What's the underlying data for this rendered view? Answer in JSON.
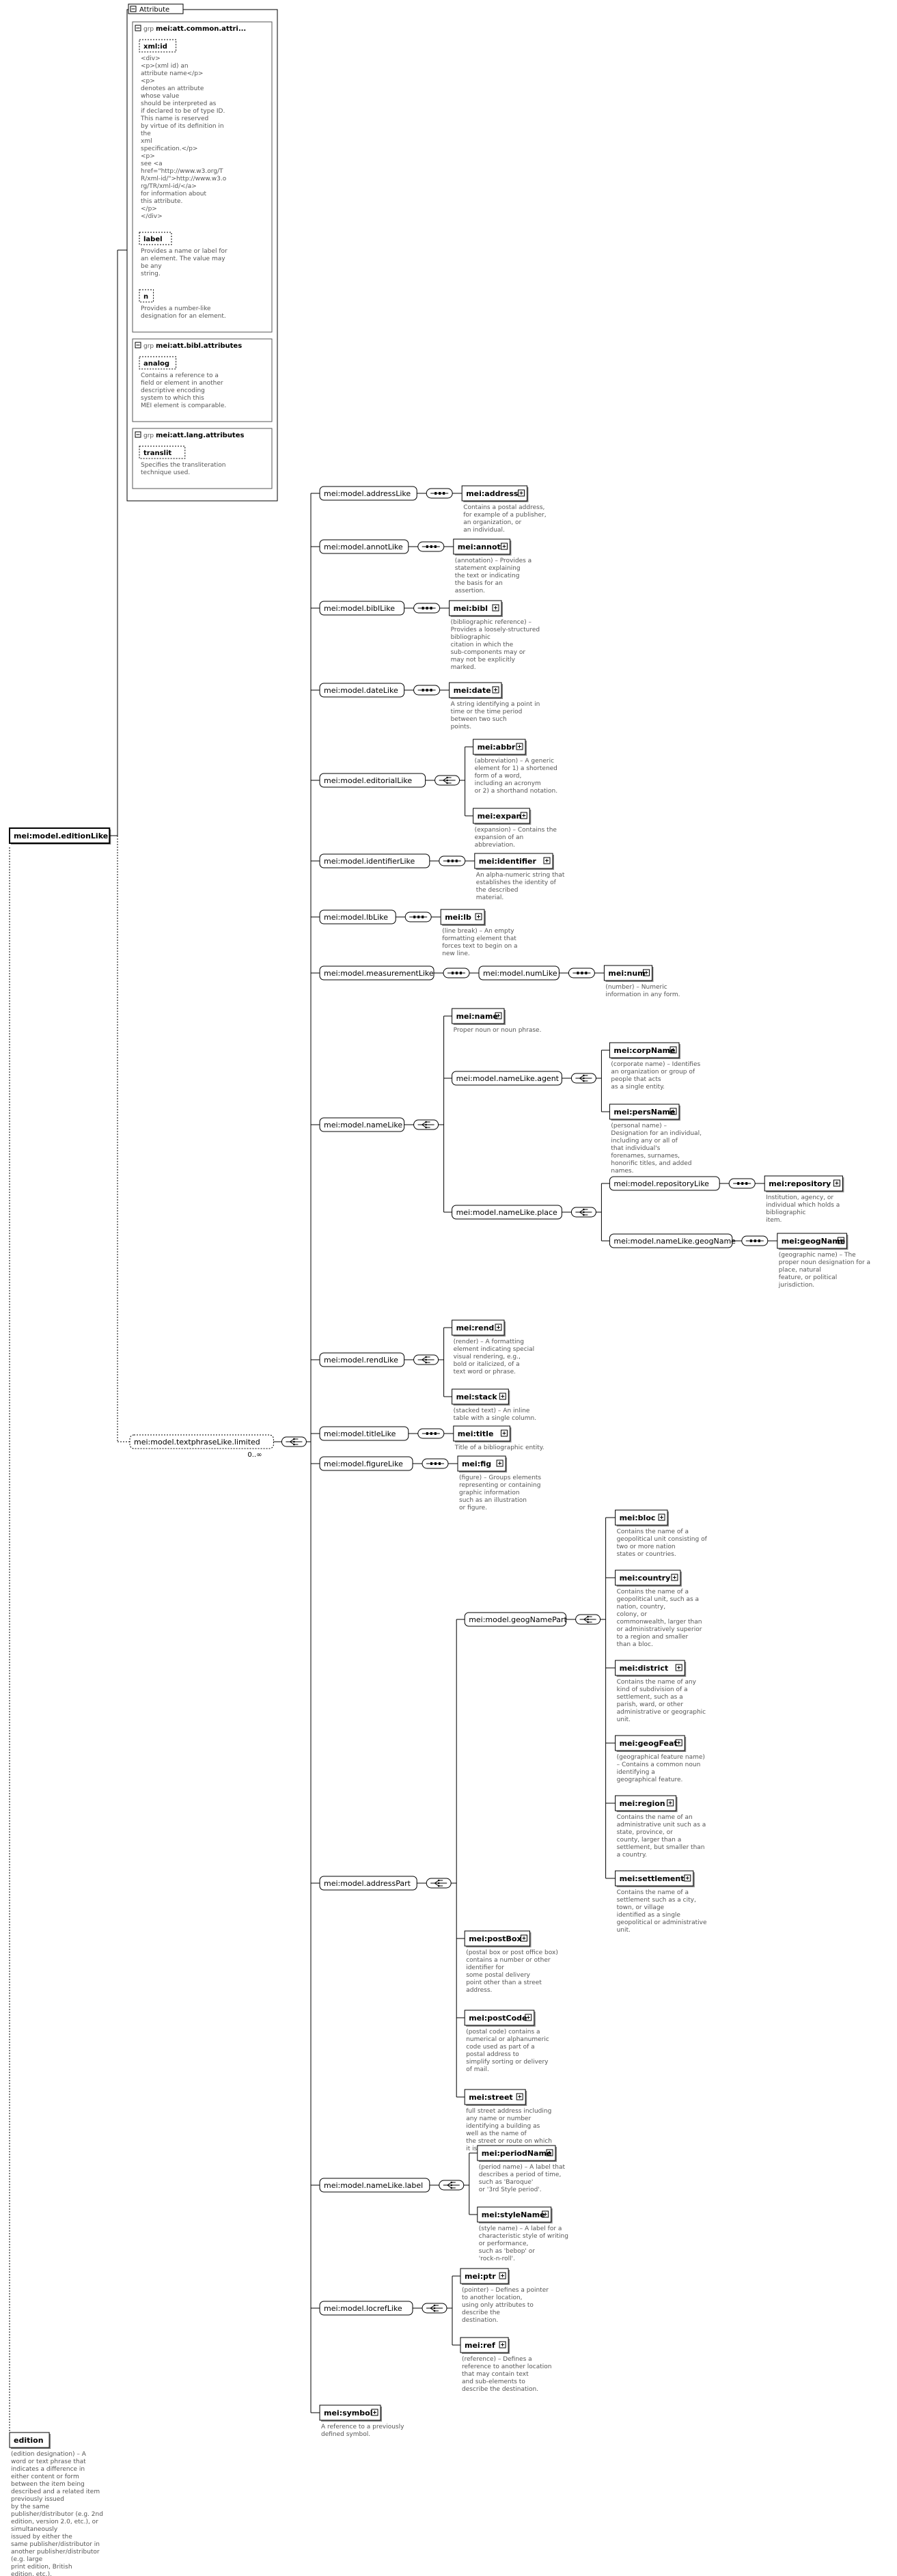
{
  "root": {
    "label": "mei:model.editionLike"
  },
  "attributes": {
    "title": "Attribute",
    "groups": [
      {
        "name": "mei:att.common.attri...",
        "attrs": [
          {
            "name": "xml:id",
            "doc": [
              "<div>",
              "<p>(xml id) an",
              "attribute name</p>",
              "<p>",
              "denotes an attribute",
              "whose value",
              "should be interpreted as",
              "if declared to be of type ID.",
              "This name is reserved",
              "by virtue of its definition in",
              "the",
              "xml",
              "specification.</p>",
              "<p>",
              "see <a",
              "href=\"http://www.w3.org/T",
              "R/xml-id/\">http://www.w3.o",
              "rg/TR/xml-id/</a>",
              "for information about",
              "this attribute.",
              "</p>",
              "</div>"
            ]
          },
          {
            "name": "label",
            "doc": [
              "Provides a name or label for",
              "an element. The value may",
              "be any",
              "string."
            ]
          },
          {
            "name": "n",
            "doc": [
              "Provides a number-like",
              "designation for an element."
            ]
          }
        ]
      },
      {
        "name": "mei:att.bibl.attributes",
        "attrs": [
          {
            "name": "analog",
            "doc": [
              "Contains a reference to a",
              "field or element in another",
              "descriptive encoding",
              "system to which this",
              "MEI element is comparable."
            ]
          }
        ]
      },
      {
        "name": "mei:att.lang.attributes",
        "attrs": [
          {
            "name": "translit",
            "doc": [
              "Specifies the transliteration",
              "technique used."
            ]
          }
        ]
      }
    ]
  },
  "textphrase": {
    "label": "mei:model.textphraseLike.limited",
    "cardinality": "0..∞"
  },
  "groups": [
    {
      "name": "mei:model.addressLike",
      "children": [
        {
          "name": "mei:address",
          "doc": [
            "Contains a postal address,",
            "for example of a publisher,",
            "an organization, or",
            "an individual."
          ]
        }
      ]
    },
    {
      "name": "mei:model.annotLike",
      "children": [
        {
          "name": "mei:annot",
          "doc": [
            "(annotation) – Provides a",
            "statement explaining",
            "the text or indicating",
            "the basis for an",
            "assertion."
          ]
        }
      ]
    },
    {
      "name": "mei:model.biblLike",
      "children": [
        {
          "name": "mei:bibl",
          "doc": [
            "(bibliographic reference) –",
            "Provides a loosely-structured",
            "bibliographic",
            "citation in which the",
            "sub-components may or",
            "may not be explicitly",
            "marked."
          ]
        }
      ]
    },
    {
      "name": "mei:model.dateLike",
      "children": [
        {
          "name": "mei:date",
          "doc": [
            "A string identifying a point in",
            "time or the time period",
            "between two such",
            "points."
          ]
        }
      ]
    },
    {
      "name": "mei:model.editorialLike",
      "children": [
        {
          "name": "mei:abbr",
          "doc": [
            "(abbreviation) – A generic",
            "element for 1) a shortened",
            "form of a word,",
            "including an acronym",
            "or 2) a shorthand notation."
          ]
        },
        {
          "name": "mei:expan",
          "doc": [
            "(expansion) – Contains the",
            "expansion of an",
            "abbreviation."
          ]
        }
      ]
    },
    {
      "name": "mei:model.identifierLike",
      "children": [
        {
          "name": "mei:identifier",
          "doc": [
            "An alpha-numeric string that",
            "establishes the identity of",
            "the described",
            "material."
          ]
        }
      ]
    },
    {
      "name": "mei:model.lbLike",
      "children": [
        {
          "name": "mei:lb",
          "doc": [
            "(line break) – An empty",
            "formatting element that",
            "forces text to begin on a",
            "new line."
          ]
        }
      ]
    },
    {
      "name": "mei:model.measurementLike",
      "sub": "mei:model.numLike",
      "children": [
        {
          "name": "mei:num",
          "doc": [
            "(number) – Numeric",
            "information in any form."
          ]
        }
      ]
    },
    {
      "name": "mei:model.nameLike",
      "direct": {
        "name": "mei:name",
        "doc": [
          "Proper noun or noun phrase."
        ]
      },
      "agent": {
        "name": "mei:model.nameLike.agent",
        "children": [
          {
            "name": "mei:corpName",
            "doc": [
              "(corporate name) – Identifies",
              "an organization or group of",
              "people that acts",
              "as a single entity."
            ]
          },
          {
            "name": "mei:persName",
            "doc": [
              "(personal name) –",
              "Designation for an individual,",
              "including any or all of",
              "that individual's",
              "forenames, surnames,",
              "honorific titles, and added",
              "names."
            ]
          }
        ]
      },
      "place": {
        "name": "mei:model.nameLike.place",
        "repo": {
          "name": "mei:model.repositoryLike",
          "child": {
            "name": "mei:repository",
            "doc": [
              "Institution, agency, or",
              "individual which holds a",
              "bibliographic",
              "item."
            ]
          }
        },
        "geo": {
          "name": "mei:model.nameLike.geogName",
          "child": {
            "name": "mei:geogName",
            "doc": [
              "(geographic name) – The",
              "proper noun designation for a",
              "place, natural",
              "feature, or political",
              "jurisdiction."
            ]
          }
        }
      }
    },
    {
      "name": "mei:model.rendLike",
      "children": [
        {
          "name": "mei:rend",
          "doc": [
            "(render) – A formatting",
            "element indicating special",
            "visual rendering, e.g.,",
            "bold or italicized, of a",
            "text word or phrase."
          ]
        },
        {
          "name": "mei:stack",
          "doc": [
            "(stacked text) – An inline",
            "table with a single column."
          ]
        }
      ]
    },
    {
      "name": "mei:model.titleLike",
      "children": [
        {
          "name": "mei:title",
          "doc": [
            "Title of a bibliographic entity."
          ]
        }
      ]
    },
    {
      "name": "mei:model.figureLike",
      "children": [
        {
          "name": "mei:fig",
          "doc": [
            "(figure) – Groups elements",
            "representing or containing",
            "graphic information",
            "such as an illustration",
            "or figure."
          ]
        }
      ]
    },
    {
      "name": "mei:model.addressPart",
      "geog": {
        "name": "mei:model.geogNamePart",
        "children": [
          {
            "name": "mei:bloc",
            "doc": [
              "Contains the name of a",
              "geopolitical unit consisting of",
              "two or more nation",
              "states or countries."
            ]
          },
          {
            "name": "mei:country",
            "doc": [
              "Contains the name of a",
              "geopolitical unit, such as a",
              "nation, country,",
              "colony, or",
              "commonwealth, larger than",
              "or administratively superior",
              "to a region and smaller",
              "than a bloc."
            ]
          },
          {
            "name": "mei:district",
            "doc": [
              "Contains the name of any",
              "kind of subdivision of a",
              "settlement, such as a",
              "parish, ward, or other",
              "administrative or geographic",
              "unit."
            ]
          },
          {
            "name": "mei:geogFeat",
            "doc": [
              "(geographical feature name)",
              "– Contains a common noun",
              "identifying a",
              "geographical feature."
            ]
          },
          {
            "name": "mei:region",
            "doc": [
              "Contains the name of an",
              "administrative unit such as a",
              "state, province, or",
              "county, larger than a",
              "settlement, but smaller than",
              "a country."
            ]
          },
          {
            "name": "mei:settlement",
            "doc": [
              "Contains the name of a",
              "settlement such as a city,",
              "town, or village",
              "identified as a single",
              "geopolitical or administrative",
              "unit."
            ]
          }
        ]
      },
      "children": [
        {
          "name": "mei:postBox",
          "doc": [
            "(postal box or post office box)",
            "contains a number or other",
            "identifier for",
            "some postal delivery",
            "point other than a street",
            "address."
          ]
        },
        {
          "name": "mei:postCode",
          "doc": [
            "(postal code) contains a",
            "numerical or alphanumeric",
            "code used as part of a",
            "postal address to",
            "simplify sorting or delivery",
            "of mail."
          ]
        },
        {
          "name": "mei:street",
          "doc": [
            "full street address including",
            "any name or number",
            "identifying a building as",
            "well as the name of",
            "the street or route on which",
            "it is located."
          ]
        }
      ]
    },
    {
      "name": "mei:model.nameLike.label",
      "children": [
        {
          "name": "mei:periodName",
          "doc": [
            "(period name) – A label that",
            "describes a period of time,",
            "such as 'Baroque'",
            "or '3rd Style period'."
          ]
        },
        {
          "name": "mei:styleName",
          "doc": [
            "(style name) – A label for a",
            "characteristic style of writing",
            "or performance,",
            "such as 'bebop' or",
            "'rock-n-roll'."
          ]
        }
      ]
    },
    {
      "name": "mei:model.locrefLike",
      "children": [
        {
          "name": "mei:ptr",
          "doc": [
            "(pointer) – Defines a pointer",
            "to another location,",
            "using only attributes to",
            "describe the",
            "destination."
          ]
        },
        {
          "name": "mei:ref",
          "doc": [
            "(reference) – Defines a",
            "reference to another location",
            "that may contain text",
            "and sub-elements to",
            "describe the destination."
          ]
        }
      ]
    },
    {
      "direct": {
        "name": "mei:symbol",
        "doc": [
          "A reference to a previously",
          "defined symbol."
        ]
      }
    }
  ],
  "edition": {
    "name": "edition",
    "doc": [
      "(edition designation) – A",
      "word or text phrase that",
      "indicates a difference in",
      "either content or form",
      "between the item being",
      "described and a related item",
      "previously issued",
      "by the same",
      "publisher/distributor (e.g. 2nd",
      "edition, version 2.0, etc.), or",
      "simultaneously",
      "issued by either the",
      "same publisher/distributor in",
      "another publisher/distributor",
      "(e.g. large",
      "print edition, British",
      "edition, etc.)."
    ]
  }
}
